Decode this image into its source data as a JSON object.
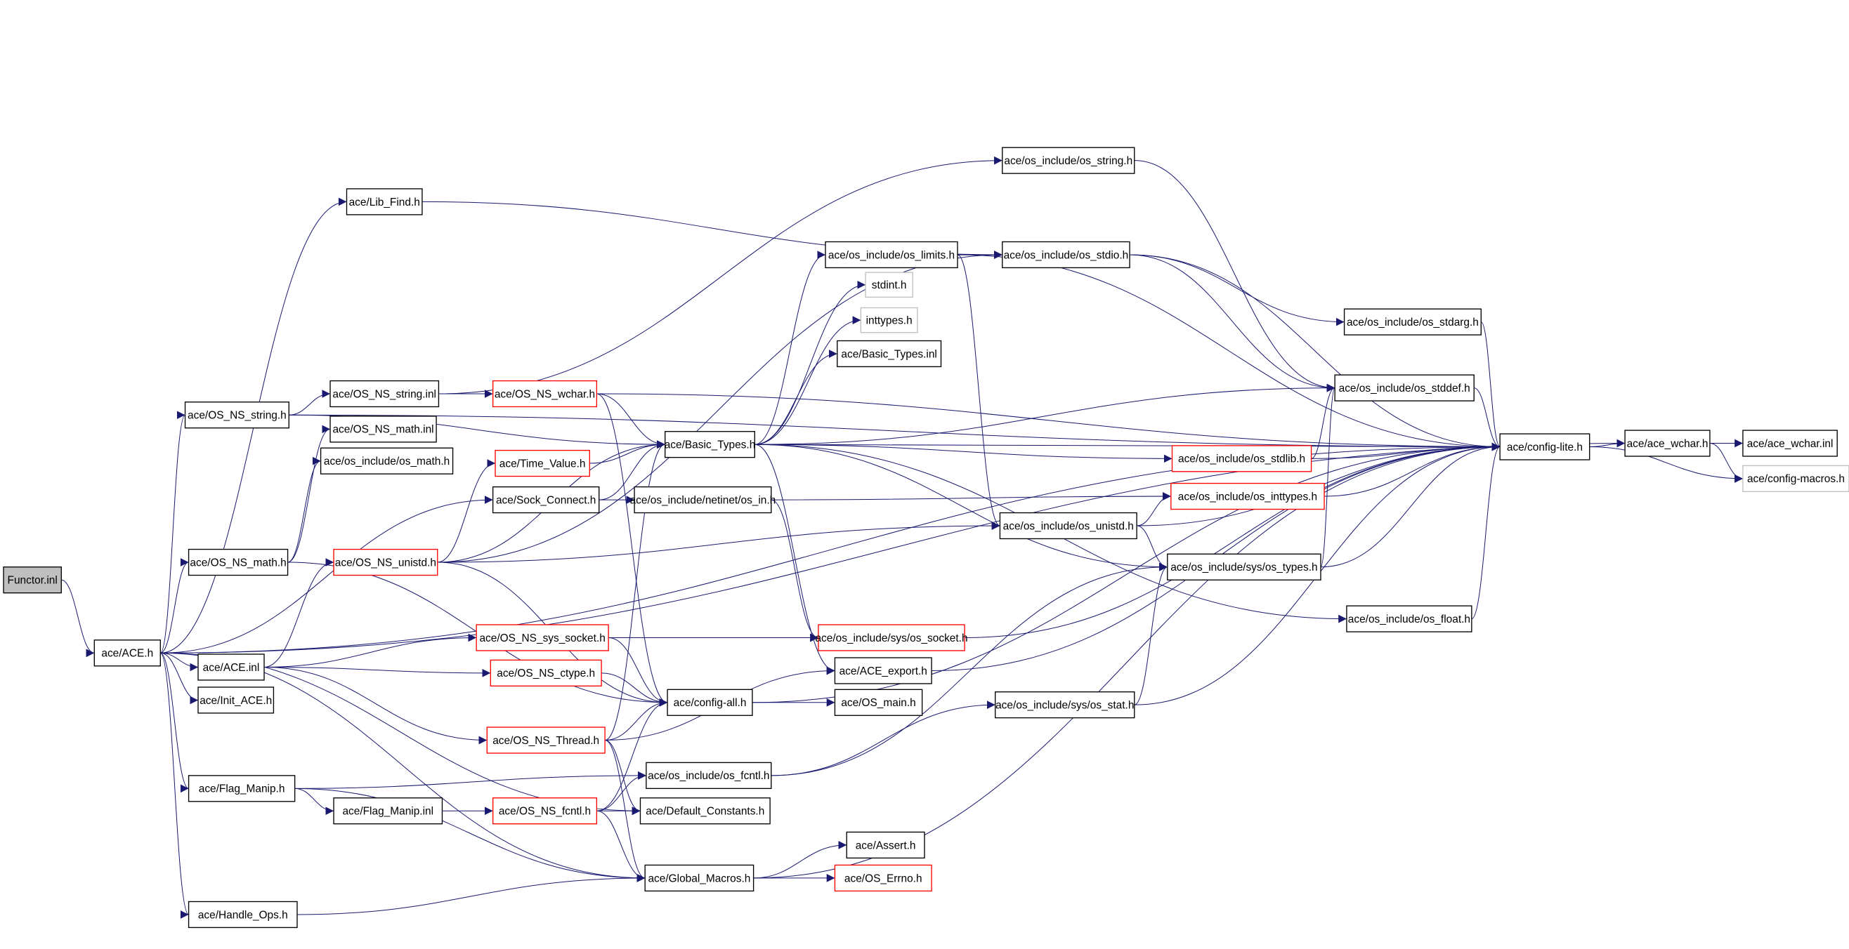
{
  "graph": {
    "edge_color": "#191970",
    "nodes": [
      {
        "id": "Functor.inl",
        "label": "Functor.inl",
        "style": "root"
      },
      {
        "id": "ace/ACE.h",
        "label": "ace/ACE.h",
        "style": "normal"
      },
      {
        "id": "ace/OS_NS_string.h",
        "label": "ace/OS_NS_string.h",
        "style": "normal"
      },
      {
        "id": "ace/Lib_Find.h",
        "label": "ace/Lib_Find.h",
        "style": "normal"
      },
      {
        "id": "ace/OS_NS_string.inl",
        "label": "ace/OS_NS_string.inl",
        "style": "normal"
      },
      {
        "id": "ace/OS_NS_wchar.h",
        "label": "ace/OS_NS_wchar.h",
        "style": "red"
      },
      {
        "id": "ace/OS_NS_math.inl",
        "label": "ace/OS_NS_math.inl",
        "style": "normal"
      },
      {
        "id": "ace/os_include/os_math.h",
        "label": "ace/os_include/os_math.h",
        "style": "normal"
      },
      {
        "id": "ace/OS_NS_math.h",
        "label": "ace/OS_NS_math.h",
        "style": "normal"
      },
      {
        "id": "ace/OS_NS_unistd.h",
        "label": "ace/OS_NS_unistd.h",
        "style": "red"
      },
      {
        "id": "ace/Time_Value.h",
        "label": "ace/Time_Value.h",
        "style": "red"
      },
      {
        "id": "ace/Sock_Connect.h",
        "label": "ace/Sock_Connect.h",
        "style": "normal"
      },
      {
        "id": "ace/ACE.inl",
        "label": "ace/ACE.inl",
        "style": "normal"
      },
      {
        "id": "ace/Init_ACE.h",
        "label": "ace/Init_ACE.h",
        "style": "normal"
      },
      {
        "id": "ace/Flag_Manip.h",
        "label": "ace/Flag_Manip.h",
        "style": "normal"
      },
      {
        "id": "ace/Flag_Manip.inl",
        "label": "ace/Flag_Manip.inl",
        "style": "normal"
      },
      {
        "id": "ace/Handle_Ops.h",
        "label": "ace/Handle_Ops.h",
        "style": "normal"
      },
      {
        "id": "ace/OS_NS_sys_socket.h",
        "label": "ace/OS_NS_sys_socket.h",
        "style": "red"
      },
      {
        "id": "ace/OS_NS_ctype.h",
        "label": "ace/OS_NS_ctype.h",
        "style": "red"
      },
      {
        "id": "ace/OS_NS_Thread.h",
        "label": "ace/OS_NS_Thread.h",
        "style": "red"
      },
      {
        "id": "ace/OS_NS_fcntl.h",
        "label": "ace/OS_NS_fcntl.h",
        "style": "red"
      },
      {
        "id": "ace/Basic_Types.h",
        "label": "ace/Basic_Types.h",
        "style": "normal"
      },
      {
        "id": "ace/config-all.h",
        "label": "ace/config-all.h",
        "style": "normal"
      },
      {
        "id": "ace/OS_main.h",
        "label": "ace/OS_main.h",
        "style": "normal"
      },
      {
        "id": "ace/Default_Constants.h",
        "label": "ace/Default_Constants.h",
        "style": "normal"
      },
      {
        "id": "ace/Global_Macros.h",
        "label": "ace/Global_Macros.h",
        "style": "normal"
      },
      {
        "id": "ace/Assert.h",
        "label": "ace/Assert.h",
        "style": "normal"
      },
      {
        "id": "ace/OS_Errno.h",
        "label": "ace/OS_Errno.h",
        "style": "red"
      },
      {
        "id": "ace/os_include/netinet/os_in.h",
        "label": "ace/os_include/netinet/os_in.h",
        "style": "normal"
      },
      {
        "id": "ace/os_include/sys/os_socket.h",
        "label": "ace/os_include/sys/os_socket.h",
        "style": "red"
      },
      {
        "id": "ace/ACE_export.h",
        "label": "ace/ACE_export.h",
        "style": "normal"
      },
      {
        "id": "ace/os_include/os_fcntl.h",
        "label": "ace/os_include/os_fcntl.h",
        "style": "normal"
      },
      {
        "id": "ace/os_include/os_limits.h",
        "label": "ace/os_include/os_limits.h",
        "style": "normal"
      },
      {
        "id": "stdint.h",
        "label": "stdint.h",
        "style": "gray"
      },
      {
        "id": "inttypes.h",
        "label": "inttypes.h",
        "style": "gray"
      },
      {
        "id": "ace/Basic_Types.inl",
        "label": "ace/Basic_Types.inl",
        "style": "normal"
      },
      {
        "id": "ace/os_include/os_string.h",
        "label": "ace/os_include/os_string.h",
        "style": "normal"
      },
      {
        "id": "ace/os_include/os_stdio.h",
        "label": "ace/os_include/os_stdio.h",
        "style": "normal"
      },
      {
        "id": "ace/os_include/os_stdarg.h",
        "label": "ace/os_include/os_stdarg.h",
        "style": "normal"
      },
      {
        "id": "ace/os_include/os_stddef.h",
        "label": "ace/os_include/os_stddef.h",
        "style": "normal"
      },
      {
        "id": "ace/os_include/os_stdlib.h",
        "label": "ace/os_include/os_stdlib.h",
        "style": "red"
      },
      {
        "id": "ace/os_include/os_inttypes.h",
        "label": "ace/os_include/os_inttypes.h",
        "style": "red"
      },
      {
        "id": "ace/os_include/os_unistd.h",
        "label": "ace/os_include/os_unistd.h",
        "style": "normal"
      },
      {
        "id": "ace/os_include/sys/os_types.h",
        "label": "ace/os_include/sys/os_types.h",
        "style": "normal"
      },
      {
        "id": "ace/os_include/os_float.h",
        "label": "ace/os_include/os_float.h",
        "style": "normal"
      },
      {
        "id": "ace/os_include/sys/os_stat.h",
        "label": "ace/os_include/sys/os_stat.h",
        "style": "normal"
      },
      {
        "id": "ace/config-lite.h",
        "label": "ace/config-lite.h",
        "style": "normal"
      },
      {
        "id": "ace/ace_wchar.h",
        "label": "ace/ace_wchar.h",
        "style": "normal"
      },
      {
        "id": "ace/ace_wchar.inl",
        "label": "ace/ace_wchar.inl",
        "style": "normal"
      },
      {
        "id": "ace/config-macros.h",
        "label": "ace/config-macros.h",
        "style": "gray"
      }
    ],
    "edges": [
      [
        "Functor.inl",
        "ace/ACE.h"
      ],
      [
        "ace/ACE.h",
        "ace/OS_NS_string.h"
      ],
      [
        "ace/ACE.h",
        "ace/Lib_Find.h"
      ],
      [
        "ace/ACE.h",
        "ace/OS_NS_math.h"
      ],
      [
        "ace/ACE.h",
        "ace/ACE.inl"
      ],
      [
        "ace/ACE.h",
        "ace/Init_ACE.h"
      ],
      [
        "ace/ACE.h",
        "ace/Flag_Manip.h"
      ],
      [
        "ace/ACE.h",
        "ace/Handle_Ops.h"
      ],
      [
        "ace/ACE.h",
        "ace/config-lite.h"
      ],
      [
        "ace/ACE.h",
        "ace/ace_wchar.h"
      ],
      [
        "ace/ACE.h",
        "ace/Sock_Connect.h"
      ],
      [
        "ace/ACE.h",
        "ace/Default_Constants.h"
      ],
      [
        "ace/ACE.h",
        "ace/Global_Macros.h"
      ],
      [
        "ace/OS_NS_string.h",
        "ace/OS_NS_string.inl"
      ],
      [
        "ace/OS_NS_string.h",
        "ace/Basic_Types.h"
      ],
      [
        "ace/OS_NS_string.h",
        "ace/config-lite.h"
      ],
      [
        "ace/OS_NS_string.inl",
        "ace/OS_NS_wchar.h"
      ],
      [
        "ace/OS_NS_string.inl",
        "ace/os_include/os_string.h"
      ],
      [
        "ace/Lib_Find.h",
        "ace/os_include/os_stdio.h"
      ],
      [
        "ace/OS_NS_wchar.h",
        "ace/Basic_Types.h"
      ],
      [
        "ace/OS_NS_wchar.h",
        "ace/config-all.h"
      ],
      [
        "ace/OS_NS_wchar.h",
        "ace/config-lite.h"
      ],
      [
        "ace/OS_NS_math.h",
        "ace/OS_NS_math.inl"
      ],
      [
        "ace/OS_NS_math.h",
        "ace/os_include/os_math.h"
      ],
      [
        "ace/OS_NS_math.h",
        "ace/config-all.h"
      ],
      [
        "ace/ACE.inl",
        "ace/OS_NS_unistd.h"
      ],
      [
        "ace/ACE.inl",
        "ace/OS_NS_sys_socket.h"
      ],
      [
        "ace/ACE.inl",
        "ace/OS_NS_ctype.h"
      ],
      [
        "ace/ACE.inl",
        "ace/OS_NS_Thread.h"
      ],
      [
        "ace/OS_NS_unistd.h",
        "ace/Time_Value.h"
      ],
      [
        "ace/OS_NS_unistd.h",
        "ace/Basic_Types.h"
      ],
      [
        "ace/OS_NS_unistd.h",
        "ace/os_include/os_unistd.h"
      ],
      [
        "ace/OS_NS_unistd.h",
        "ace/config-all.h"
      ],
      [
        "ace/OS_NS_unistd.h",
        "ace/os_include/os_stdio.h"
      ],
      [
        "ace/Time_Value.h",
        "ace/Basic_Types.h"
      ],
      [
        "ace/Sock_Connect.h",
        "ace/Basic_Types.h"
      ],
      [
        "ace/Sock_Connect.h",
        "ace/os_include/netinet/os_in.h"
      ],
      [
        "ace/os_include/netinet/os_in.h",
        "ace/os_include/os_inttypes.h"
      ],
      [
        "ace/os_include/netinet/os_in.h",
        "ace/os_include/sys/os_socket.h"
      ],
      [
        "ace/Basic_Types.h",
        "ace/os_include/os_limits.h"
      ],
      [
        "ace/Basic_Types.h",
        "stdint.h"
      ],
      [
        "ace/Basic_Types.h",
        "inttypes.h"
      ],
      [
        "ace/Basic_Types.h",
        "ace/Basic_Types.inl"
      ],
      [
        "ace/Basic_Types.h",
        "ace/os_include/os_stddef.h"
      ],
      [
        "ace/Basic_Types.h",
        "ace/config-lite.h"
      ],
      [
        "ace/Basic_Types.h",
        "ace/os_include/os_stdlib.h"
      ],
      [
        "ace/Basic_Types.h",
        "ace/os_include/sys/os_types.h"
      ],
      [
        "ace/Basic_Types.h",
        "ace/os_include/os_float.h"
      ],
      [
        "ace/Basic_Types.h",
        "ace/ACE_export.h"
      ],
      [
        "ace/os_include/os_limits.h",
        "ace/os_include/os_stdio.h"
      ],
      [
        "ace/os_include/os_limits.h",
        "ace/os_include/os_unistd.h"
      ],
      [
        "ace/os_include/os_limits.h",
        "ace/config-lite.h"
      ],
      [
        "ace/os_include/os_stdio.h",
        "ace/os_include/os_stdarg.h"
      ],
      [
        "ace/os_include/os_stdio.h",
        "ace/os_include/os_stddef.h"
      ],
      [
        "ace/os_include/os_stdio.h",
        "ace/config-lite.h"
      ],
      [
        "ace/os_include/os_string.h",
        "ace/os_include/os_stddef.h"
      ],
      [
        "ace/os_include/os_stdarg.h",
        "ace/config-lite.h"
      ],
      [
        "ace/os_include/os_stddef.h",
        "ace/config-lite.h"
      ],
      [
        "ace/os_include/os_stdlib.h",
        "ace/os_include/os_stddef.h"
      ],
      [
        "ace/os_include/os_stdlib.h",
        "ace/config-lite.h"
      ],
      [
        "ace/os_include/os_inttypes.h",
        "ace/config-lite.h"
      ],
      [
        "ace/os_include/os_unistd.h",
        "ace/os_include/os_inttypes.h"
      ],
      [
        "ace/os_include/os_unistd.h",
        "ace/os_include/sys/os_types.h"
      ],
      [
        "ace/os_include/os_unistd.h",
        "ace/config-lite.h"
      ],
      [
        "ace/os_include/sys/os_types.h",
        "ace/os_include/os_stddef.h"
      ],
      [
        "ace/os_include/sys/os_types.h",
        "ace/config-lite.h"
      ],
      [
        "ace/os_include/os_float.h",
        "ace/config-lite.h"
      ],
      [
        "ace/OS_NS_sys_socket.h",
        "ace/config-all.h"
      ],
      [
        "ace/OS_NS_sys_socket.h",
        "ace/os_include/sys/os_socket.h"
      ],
      [
        "ace/os_include/sys/os_socket.h",
        "ace/config-lite.h"
      ],
      [
        "ace/OS_NS_ctype.h",
        "ace/config-all.h"
      ],
      [
        "ace/OS_NS_Thread.h",
        "ace/config-all.h"
      ],
      [
        "ace/OS_NS_Thread.h",
        "ace/Basic_Types.h"
      ],
      [
        "ace/OS_NS_Thread.h",
        "ace/ACE_export.h"
      ],
      [
        "ace/OS_NS_Thread.h",
        "ace/Default_Constants.h"
      ],
      [
        "ace/OS_NS_Thread.h",
        "ace/Global_Macros.h"
      ],
      [
        "ace/config-all.h",
        "ace/OS_main.h"
      ],
      [
        "ace/config-all.h",
        "ace/config-lite.h"
      ],
      [
        "ace/ACE_export.h",
        "ace/config-lite.h"
      ],
      [
        "ace/Flag_Manip.h",
        "ace/Flag_Manip.inl"
      ],
      [
        "ace/Flag_Manip.h",
        "ace/os_include/os_fcntl.h"
      ],
      [
        "ace/Flag_Manip.h",
        "ace/Global_Macros.h"
      ],
      [
        "ace/Flag_Manip.inl",
        "ace/OS_NS_fcntl.h"
      ],
      [
        "ace/OS_NS_fcntl.h",
        "ace/config-all.h"
      ],
      [
        "ace/OS_NS_fcntl.h",
        "ace/os_include/os_fcntl.h"
      ],
      [
        "ace/OS_NS_fcntl.h",
        "ace/Default_Constants.h"
      ],
      [
        "ace/OS_NS_fcntl.h",
        "ace/Global_Macros.h"
      ],
      [
        "ace/os_include/os_fcntl.h",
        "ace/os_include/sys/os_stat.h"
      ],
      [
        "ace/os_include/os_fcntl.h",
        "ace/os_include/sys/os_types.h"
      ],
      [
        "ace/os_include/sys/os_stat.h",
        "ace/os_include/sys/os_types.h"
      ],
      [
        "ace/os_include/sys/os_stat.h",
        "ace/config-lite.h"
      ],
      [
        "ace/Global_Macros.h",
        "ace/Assert.h"
      ],
      [
        "ace/Global_Macros.h",
        "ace/OS_Errno.h"
      ],
      [
        "ace/Global_Macros.h",
        "ace/config-lite.h"
      ],
      [
        "ace/Handle_Ops.h",
        "ace/Global_Macros.h"
      ],
      [
        "ace/config-lite.h",
        "ace/ace_wchar.h"
      ],
      [
        "ace/config-lite.h",
        "ace/config-macros.h"
      ],
      [
        "ace/ace_wchar.h",
        "ace/ace_wchar.inl"
      ],
      [
        "ace/ace_wchar.h",
        "ace/config-macros.h"
      ]
    ]
  }
}
